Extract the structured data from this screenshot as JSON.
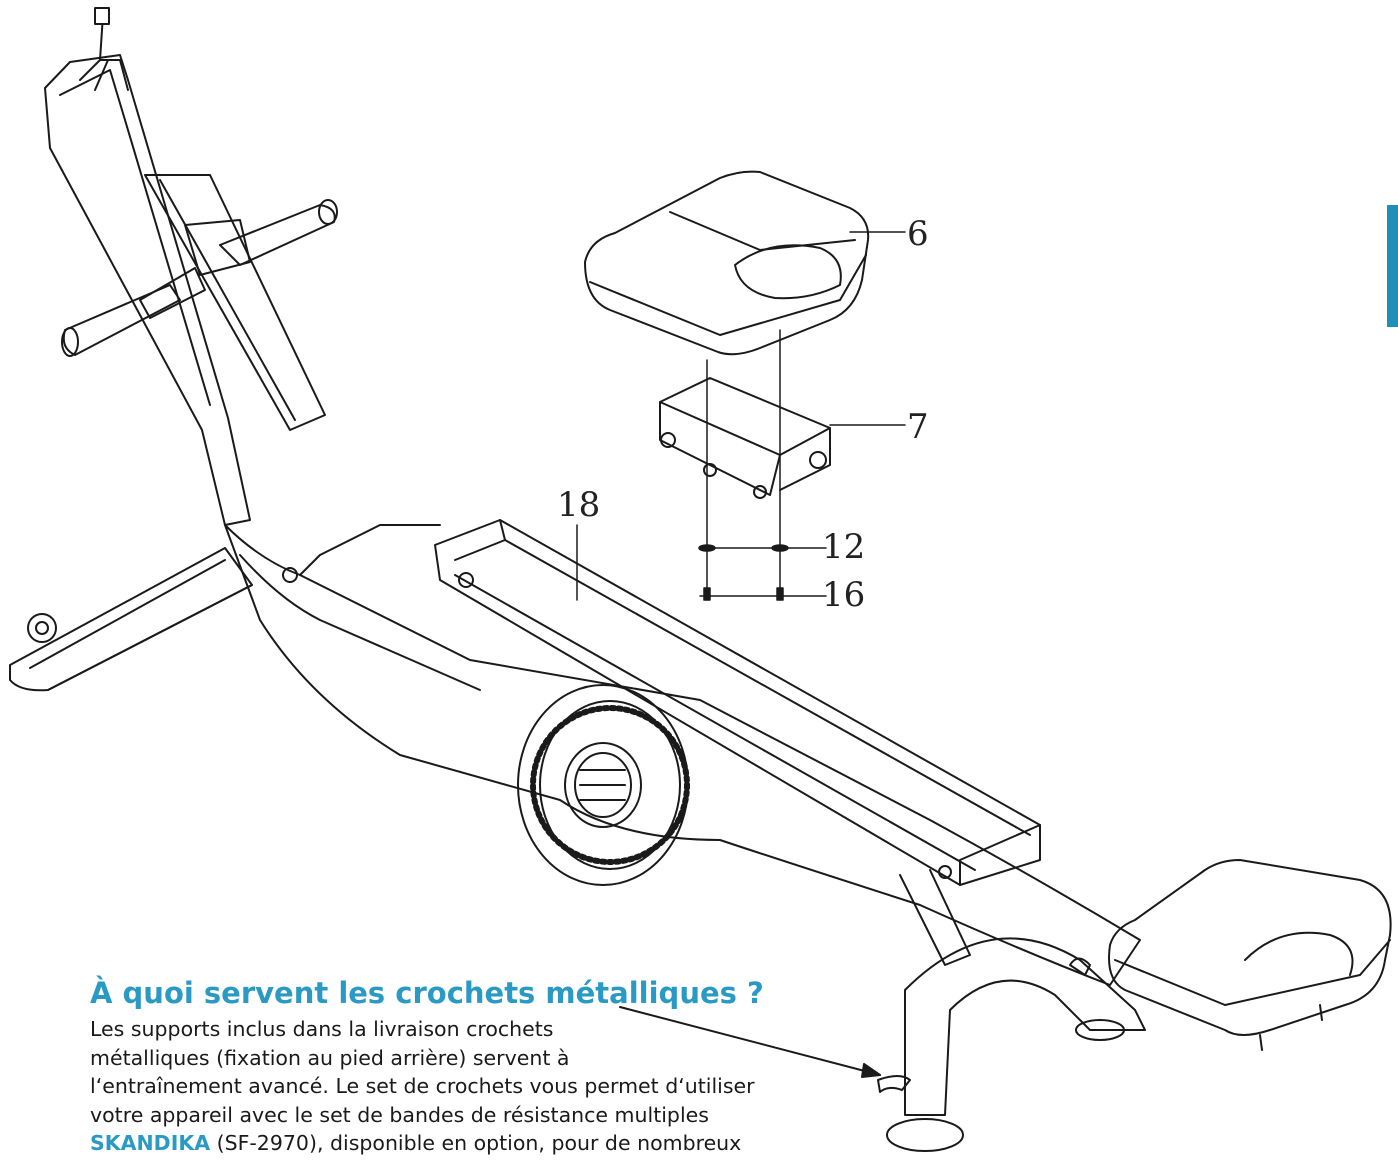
{
  "labels": {
    "seat": "6",
    "bracket": "7",
    "washer": "12",
    "screw": "16",
    "rail": "18"
  },
  "callout": {
    "title": "À quoi servent les crochets métalliques ?",
    "line1": "Les supports inclus dans la livraison crochets",
    "line2": "métalliques (fixation au pied arrière) servent à",
    "line3": "l‘entraînement avancé. Le set de crochets vous permet d‘utiliser",
    "line4": "votre appareil avec le set de bandes de résistance multiples",
    "brand": "SKANDIKA",
    "line5_rest": " (SF-2970), disponible en option, pour de nombreux"
  },
  "colors": {
    "accent": "#2a9ac4",
    "tab": "#1f8fb7",
    "line": "#1a1a1a"
  }
}
